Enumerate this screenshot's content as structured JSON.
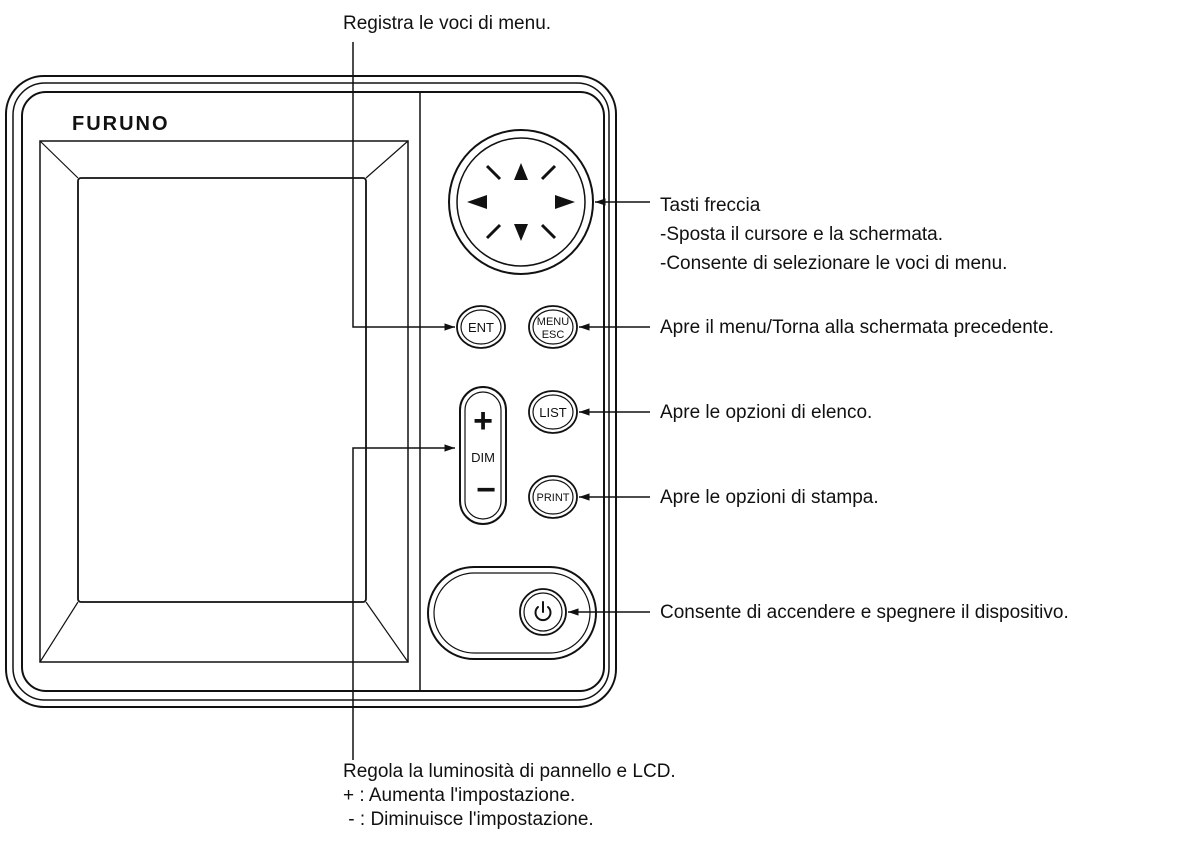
{
  "device": {
    "brand": "FURUNO",
    "keys": {
      "ent": "ENT",
      "menu": "MENU",
      "esc": "ESC",
      "list": "LIST",
      "print": "PRINT",
      "dim": "DIM",
      "plus": "+",
      "minus": "−",
      "power_symbol": "power-icon"
    }
  },
  "callouts": {
    "ent": "Registra le voci di menu.",
    "arrows_title": "Tasti freccia",
    "arrows_line1": "-Sposta il cursore e la schermata.",
    "arrows_line2": "-Consente di selezionare le voci di menu.",
    "menu": "Apre il menu/Torna alla schermata precedente.",
    "list": "Apre le opzioni di elenco.",
    "print": "Apre le opzioni di stampa.",
    "power": "Consente di accendere e spegnere il dispositivo.",
    "dim_line1": "Regola la luminosità di pannello e LCD.",
    "dim_line2": "+ : Aumenta l'impostazione.",
    "dim_line3": " - : Diminuisce l'impostazione."
  }
}
